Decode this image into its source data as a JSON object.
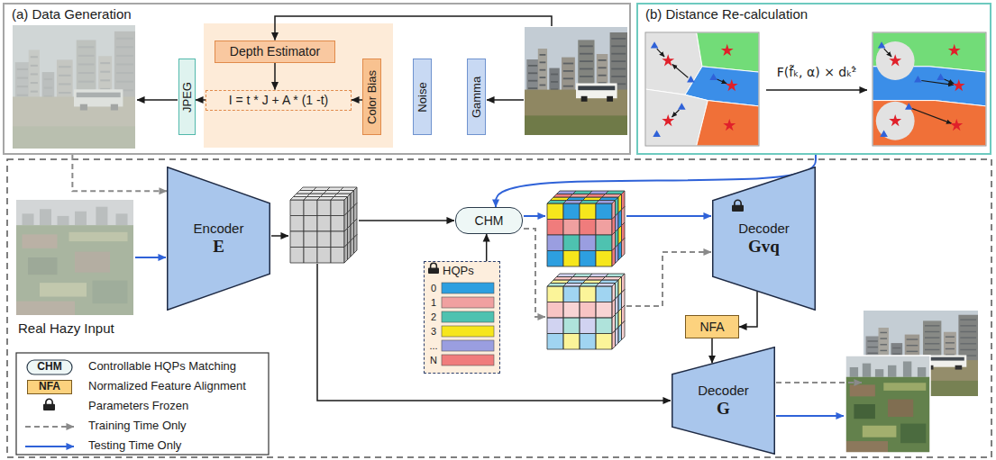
{
  "diagram": {
    "nodes": [
      {
        "text": [
          "(a) Data Generation"
        ]
      },
      {
        "text": [
          "Depth Estimator"
        ],
        "in": 0
      },
      {
        "text": [
          "JPEG"
        ],
        "in": 0
      },
      {
        "text": [
          "I = t * J + A * (1 -t)"
        ],
        "in": 0
      },
      {
        "text": [
          "Color Bias"
        ],
        "in": 0
      },
      {
        "text": [
          "Noise"
        ],
        "in": 0
      },
      {
        "text": [
          "Gamma"
        ],
        "in": 0
      },
      {
        "text": [
          "(b) Distance Re-calculation"
        ]
      },
      {
        "text": [
          "Encoder",
          "E"
        ]
      },
      {
        "text": [
          "CHM"
        ]
      },
      {
        "text": [
          "HQPs"
        ]
      },
      {
        "text": [
          "Decoder",
          "Gvq"
        ]
      },
      {
        "text": [
          "NFA"
        ]
      },
      {
        "text": [
          "Decoder",
          "G"
        ]
      }
    ],
    "edges": [
      {
        "from": 1,
        "to": 3,
        "arrow": "to"
      },
      {
        "from": 4,
        "to": 3,
        "arrow": "to"
      },
      {
        "from": 3,
        "to": 2,
        "arrow": "to"
      },
      {
        "from": 0,
        "to": 8,
        "arrow": "to"
      },
      {
        "from": 7,
        "to": 9,
        "arrow": "to"
      },
      {
        "from": 10,
        "to": 9,
        "arrow": "to"
      },
      {
        "from": 11,
        "to": 12,
        "arrow": "to"
      },
      {
        "from": 12,
        "to": 13,
        "arrow": "to"
      }
    ],
    "labels": [
      "Real Hazy Input",
      "F(f̃ₖ, α) × dₖᶻ̂",
      "0",
      "1",
      "2",
      "3",
      "...",
      "N",
      "CHM",
      "NFA"
    ],
    "legend": [
      {
        "text": "Controllable HQPs Matching"
      },
      {
        "text": "Normalized Feature Alignment",
        "color": "#fcd27e"
      },
      {
        "text": "Parameters Frozen"
      },
      {
        "text": "Training Time Only"
      },
      {
        "text": "Testing Time Only"
      }
    ]
  }
}
